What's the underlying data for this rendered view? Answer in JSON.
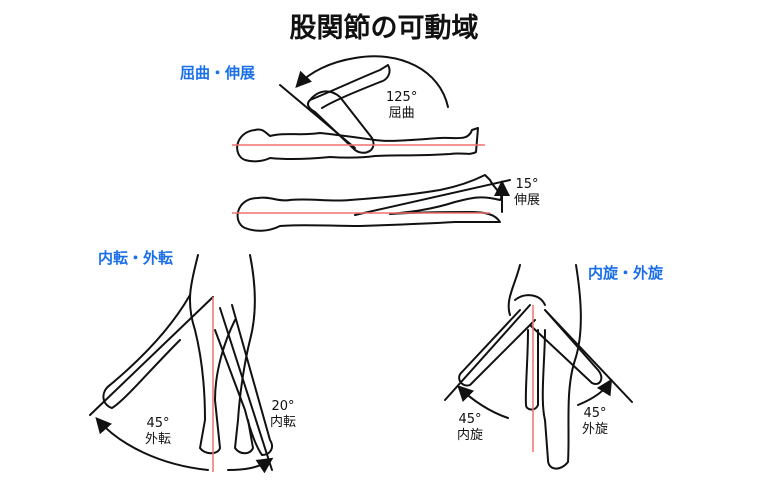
{
  "title": "股関節の可動域",
  "sections": {
    "flexion_extension": {
      "label": "屈曲・伸展",
      "flexion": {
        "angle": "125°",
        "name": "屈曲"
      },
      "extension": {
        "angle": "15°",
        "name": "伸展"
      }
    },
    "adduction_abduction": {
      "label": "内転・外転",
      "abduction": {
        "angle": "45°",
        "name": "外転"
      },
      "adduction": {
        "angle": "20°",
        "name": "内転"
      }
    },
    "rotation": {
      "label": "内旋・外旋",
      "internal": {
        "angle": "45°",
        "name": "内旋"
      },
      "external": {
        "angle": "45°",
        "name": "外旋"
      }
    }
  },
  "colors": {
    "reference_line": "#f07070",
    "section_label": "#1a6fe8"
  }
}
